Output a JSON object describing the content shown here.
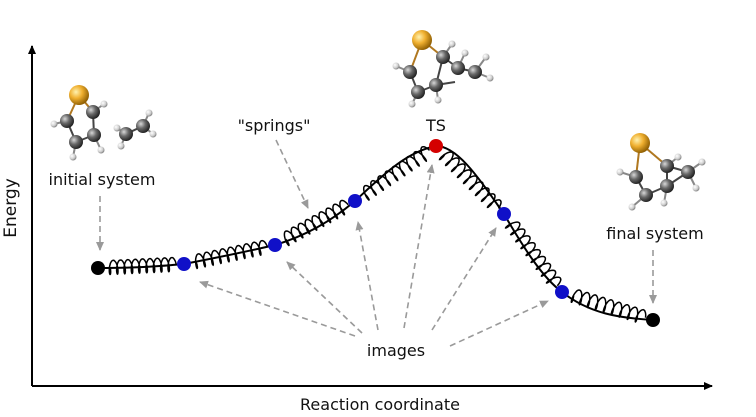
{
  "axes": {
    "xlabel": "Reaction coordinate",
    "ylabel": "Energy"
  },
  "labels": {
    "initial": "initial system",
    "springs": "\"springs\"",
    "ts": "TS",
    "final": "final system",
    "images": "images"
  },
  "colors": {
    "endpoint": "#000000",
    "image": "#1010c8",
    "transition_state": "#d40000",
    "path": "#000000",
    "spring": "#000000",
    "arrow": "#9a9a9a",
    "sulfur": "#e6a020",
    "carbon": "#5a5a5a",
    "hydrogen": "#d8d8d8"
  }
}
